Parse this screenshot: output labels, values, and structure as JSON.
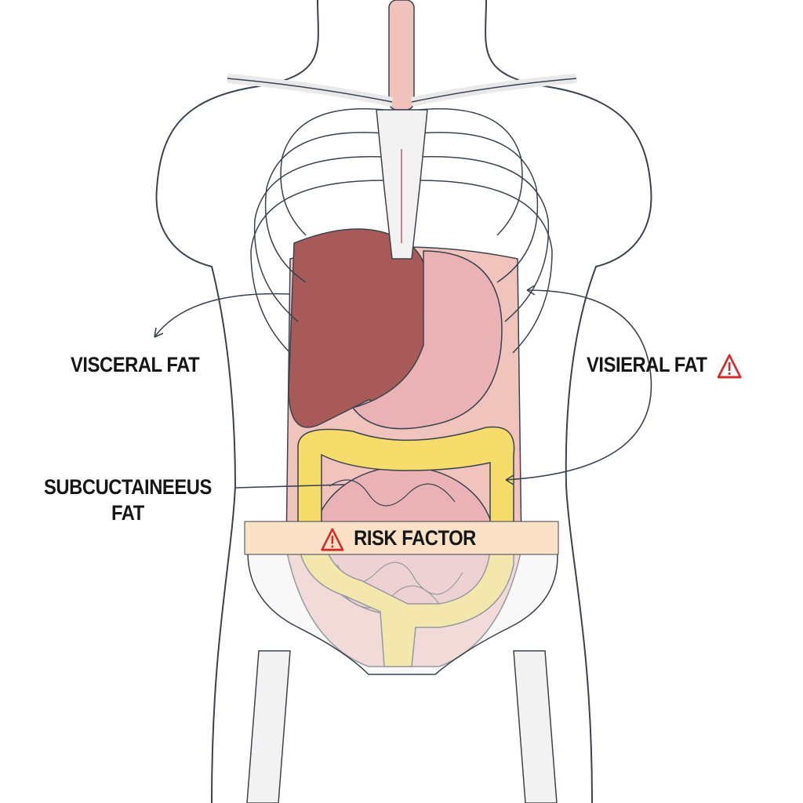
{
  "labels": {
    "visceral_left": "VISCERAL FAT",
    "visceral_right": "VISIERAL FAT",
    "subcutaneous_line1": "SUBCUCTAINEEUS",
    "subcutaneous_line2": "FAT",
    "risk_factor": "RISK FACTOR"
  },
  "colors": {
    "outline": "#3a4350",
    "bone": "#f2f2f2",
    "liver": "#a85a58",
    "abdomen": "#f1c3bd",
    "fat": "#f6dc6a",
    "intestine": "#eab2b4",
    "risk_band": "#fbe2c6",
    "warning": "#d42a2a"
  }
}
